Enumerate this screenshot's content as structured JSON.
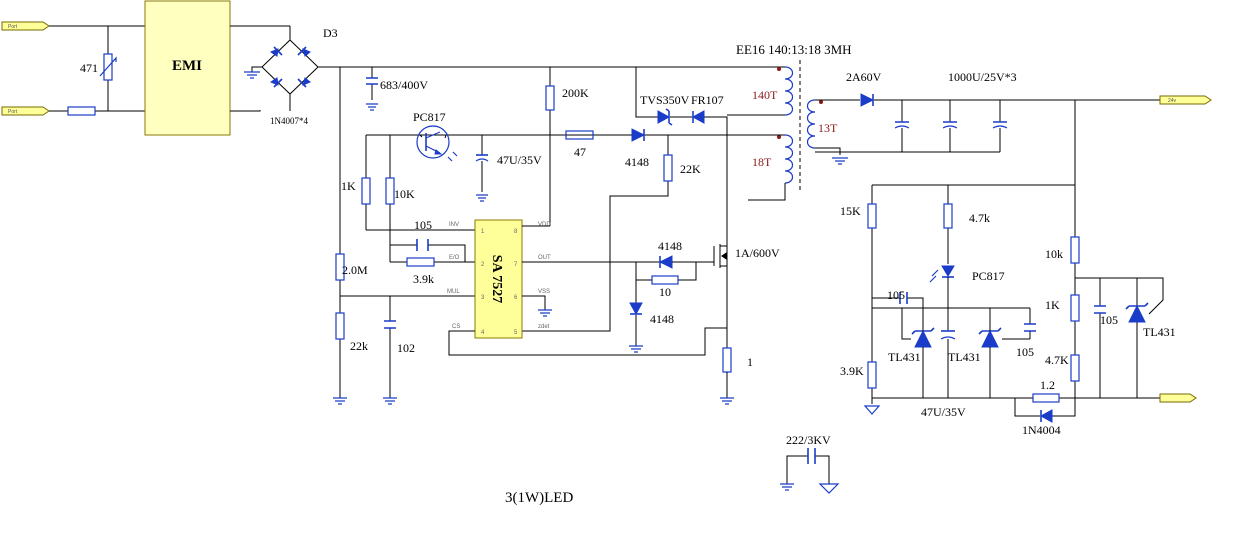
{
  "labels": {
    "emi": "EMI",
    "bridge_ref": "D3",
    "bridge_part": "1N4007*4",
    "varistor": "471",
    "cap_in": "683/400V",
    "r_200k": "200K",
    "transformer": "EE16 140:13:18 3MH",
    "tvs": "TVS350V",
    "fr107": "FR107",
    "pri_turns": "140T",
    "sec_turns": "13T",
    "aux_turns": "18T",
    "out_diode": "2A60V",
    "out_caps": "1000U/25V*3",
    "out_pos": "24v",
    "pc817_top": "PC817",
    "cap_47u": "47U/35V",
    "r_47": "47",
    "d_4148_a": "4148",
    "r_22k_top": "22K",
    "r_1k_left": "1K",
    "r_10k_left": "10K",
    "cap_105_left": "105",
    "r_3_9k_left": "3.9k",
    "r_2_0m": "2.0M",
    "r_22k_bottom": "22k",
    "cap_102": "102",
    "ic": "SA 7527",
    "pin_inv": "INV",
    "pin_eo": "E/O",
    "pin_mul": "MUL",
    "pin_cs": "CS",
    "pin_vdd": "VDD",
    "pin_out": "OUT",
    "pin_vss": "VSS",
    "pin_zcd": "zdet",
    "d_4148_b": "4148",
    "r_10": "10",
    "d_4148_c": "4148",
    "mosfet": "1A/600V",
    "r_sense": "1",
    "cap_y": "222/3KV",
    "r_15k": "15K",
    "r_4_7k_top": "4.7k",
    "pc817_right": "PC817",
    "cap_105_a": "105",
    "tl431_a": "TL431",
    "tl431_b": "TL431",
    "cap_105_b": "105",
    "r_3_9k_right": "3.9K",
    "cap_47u_right": "47U/35V",
    "r_1k_right": "1K",
    "r_4_7k_right": "4.7K",
    "r_10k_right": "10k",
    "cap_105_c": "105",
    "tl431_c": "TL431",
    "r_1_2": "1.2",
    "d_1n4004": "1N4004",
    "title": "3(1W)LED",
    "in_l": "Port",
    "in_n": "Port"
  },
  "colors": {
    "wire": "#000000",
    "component": "#1a3cc8",
    "emi_fill": "#ffffc0",
    "ic_fill": "#ffff99",
    "port_fill": "#ffff99",
    "winding_label": "#8b1a1a"
  },
  "pins": {
    "left": [
      "1",
      "2",
      "3",
      "4"
    ],
    "right": [
      "8",
      "7",
      "6",
      "5"
    ]
  }
}
